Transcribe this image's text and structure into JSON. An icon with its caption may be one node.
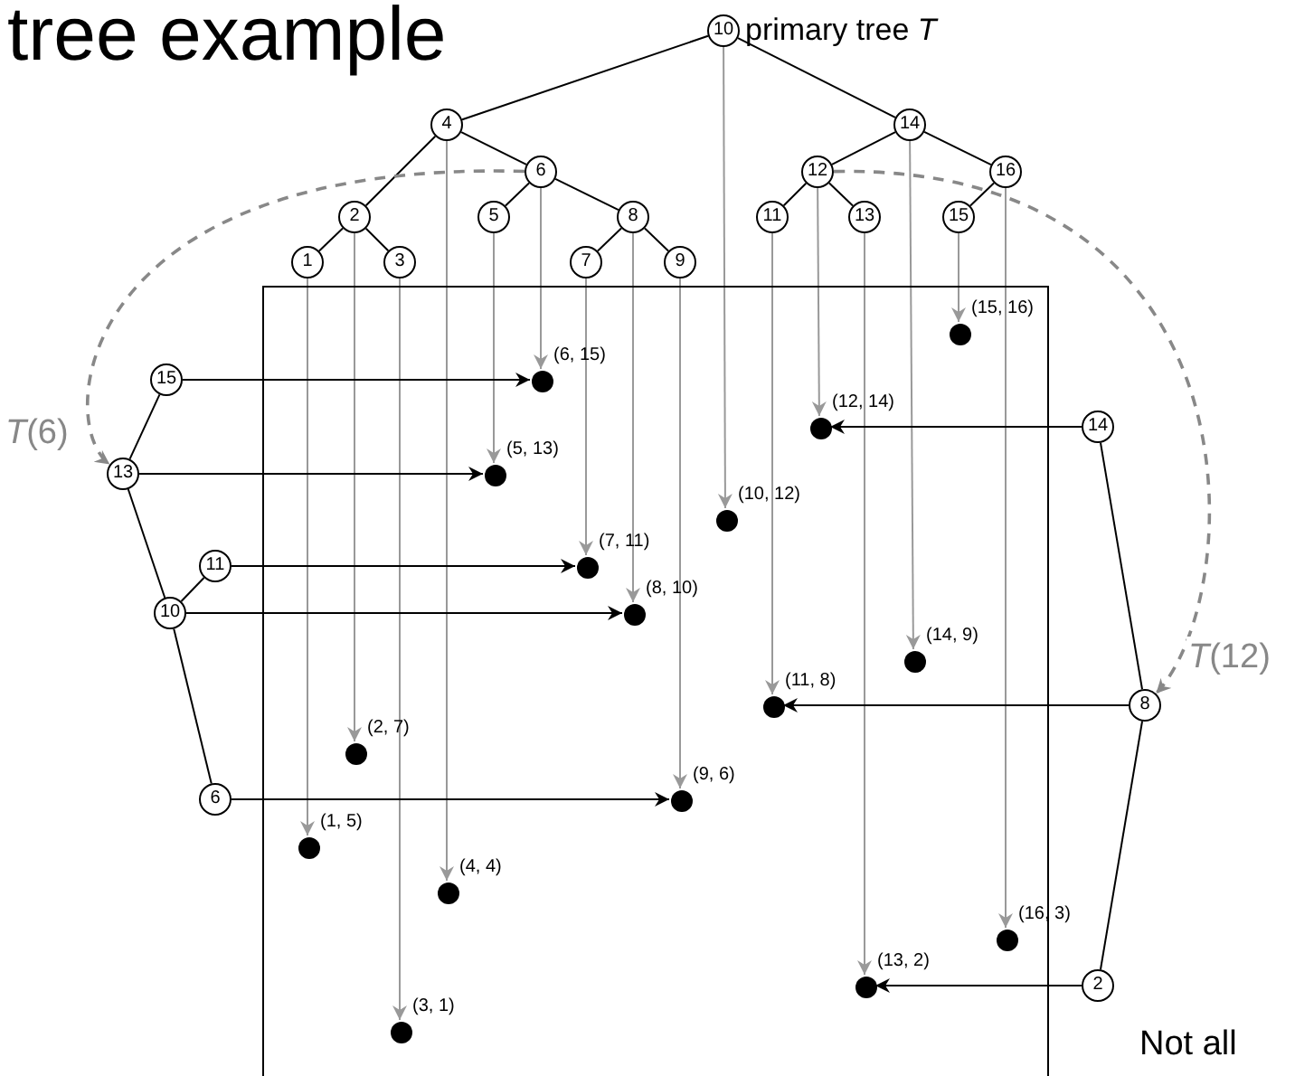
{
  "diagram": {
    "title": "tree example",
    "nodes": [
      {
        "text": [
          "10"
        ],
        "beside": [
          "primary tree *T*"
        ]
      },
      {
        "text": [
          "4"
        ]
      },
      {
        "text": [
          "14"
        ]
      },
      {
        "text": [
          "6"
        ]
      },
      {
        "text": [
          "12"
        ]
      },
      {
        "text": [
          "16"
        ]
      },
      {
        "text": [
          "2"
        ]
      },
      {
        "text": [
          "5"
        ]
      },
      {
        "text": [
          "8"
        ]
      },
      {
        "text": [
          "11"
        ]
      },
      {
        "text": [
          "13"
        ]
      },
      {
        "text": [
          "15"
        ]
      },
      {
        "text": [
          "1"
        ]
      },
      {
        "text": [
          "3"
        ]
      },
      {
        "text": [
          "7"
        ]
      },
      {
        "text": [
          "9"
        ]
      },
      {
        "text": [],
        "shape": "box"
      },
      {
        "text": [],
        "shape": "circle",
        "in": 16,
        "beside": [
          "(15, 16)"
        ]
      },
      {
        "text": [],
        "shape": "circle",
        "in": 16,
        "beside": [
          "(6, 15)"
        ]
      },
      {
        "text": [],
        "shape": "circle",
        "in": 16,
        "beside": [
          "(12, 14)"
        ]
      },
      {
        "text": [],
        "shape": "circle",
        "in": 16,
        "beside": [
          "(5, 13)"
        ]
      },
      {
        "text": [],
        "shape": "circle",
        "in": 16,
        "beside": [
          "(10, 12)"
        ]
      },
      {
        "text": [],
        "shape": "circle",
        "in": 16,
        "beside": [
          "(7, 11)"
        ]
      },
      {
        "text": [],
        "shape": "circle",
        "in": 16,
        "beside": [
          "(8, 10)"
        ]
      },
      {
        "text": [],
        "shape": "circle",
        "in": 16,
        "beside": [
          "(14, 9)"
        ]
      },
      {
        "text": [],
        "shape": "circle",
        "in": 16,
        "beside": [
          "(11, 8)"
        ]
      },
      {
        "text": [],
        "shape": "circle",
        "in": 16,
        "beside": [
          "(2, 7)"
        ]
      },
      {
        "text": [],
        "shape": "circle",
        "in": 16,
        "beside": [
          "(9, 6)"
        ]
      },
      {
        "text": [],
        "shape": "circle",
        "in": 16,
        "beside": [
          "(1, 5)"
        ]
      },
      {
        "text": [],
        "shape": "circle",
        "in": 16,
        "beside": [
          "(4, 4)"
        ]
      },
      {
        "text": [],
        "shape": "circle",
        "in": 16,
        "beside": [
          "(16, 3)"
        ]
      },
      {
        "text": [],
        "shape": "circle",
        "in": 16,
        "beside": [
          "(13, 2)"
        ]
      },
      {
        "text": [],
        "shape": "circle",
        "in": 16,
        "beside": [
          "(3, 1)"
        ]
      },
      {
        "text": [
          "15"
        ]
      },
      {
        "text": [
          "13"
        ]
      },
      {
        "text": [
          "11"
        ]
      },
      {
        "text": [
          "10"
        ]
      },
      {
        "text": [
          "6"
        ]
      },
      {
        "text": [
          "14"
        ]
      },
      {
        "text": [
          "8"
        ]
      },
      {
        "text": [
          "2"
        ]
      }
    ],
    "edges": [
      {
        "from": 0,
        "to": 1,
        "arrow": "none"
      },
      {
        "from": 0,
        "to": 2,
        "arrow": "none"
      },
      {
        "from": 1,
        "to": 6,
        "arrow": "none"
      },
      {
        "from": 1,
        "to": 3,
        "arrow": "none"
      },
      {
        "from": 6,
        "to": 12,
        "arrow": "none"
      },
      {
        "from": 6,
        "to": 13,
        "arrow": "none"
      },
      {
        "from": 3,
        "to": 7,
        "arrow": "none"
      },
      {
        "from": 3,
        "to": 8,
        "arrow": "none"
      },
      {
        "from": 8,
        "to": 14,
        "arrow": "none"
      },
      {
        "from": 8,
        "to": 15,
        "arrow": "none"
      },
      {
        "from": 2,
        "to": 4,
        "arrow": "none"
      },
      {
        "from": 2,
        "to": 5,
        "arrow": "none"
      },
      {
        "from": 4,
        "to": 9,
        "arrow": "none"
      },
      {
        "from": 4,
        "to": 10,
        "arrow": "none"
      },
      {
        "from": 5,
        "to": 11,
        "arrow": "none"
      },
      {
        "from": 0,
        "to": 21,
        "arrow": "to",
        "color": "#999999"
      },
      {
        "from": 1,
        "to": 29,
        "arrow": "to",
        "color": "#999999"
      },
      {
        "from": 2,
        "to": 24,
        "arrow": "to",
        "color": "#999999"
      },
      {
        "from": 3,
        "to": 18,
        "arrow": "to",
        "color": "#999999"
      },
      {
        "from": 4,
        "to": 19,
        "arrow": "to",
        "color": "#999999"
      },
      {
        "from": 5,
        "to": 30,
        "arrow": "to",
        "color": "#999999"
      },
      {
        "from": 6,
        "to": 26,
        "arrow": "to",
        "color": "#999999"
      },
      {
        "from": 7,
        "to": 20,
        "arrow": "to",
        "color": "#999999"
      },
      {
        "from": 8,
        "to": 23,
        "arrow": "to",
        "color": "#999999"
      },
      {
        "from": 9,
        "to": 25,
        "arrow": "to",
        "color": "#999999"
      },
      {
        "from": 10,
        "to": 31,
        "arrow": "to",
        "color": "#999999"
      },
      {
        "from": 11,
        "to": 17,
        "arrow": "to",
        "color": "#999999"
      },
      {
        "from": 12,
        "to": 28,
        "arrow": "to",
        "color": "#999999"
      },
      {
        "from": 13,
        "to": 32,
        "arrow": "to",
        "color": "#999999"
      },
      {
        "from": 14,
        "to": 22,
        "arrow": "to",
        "color": "#999999"
      },
      {
        "from": 15,
        "to": 27,
        "arrow": "to",
        "color": "#999999"
      },
      {
        "from": 34,
        "to": 33,
        "arrow": "none"
      },
      {
        "from": 34,
        "to": 36,
        "arrow": "none"
      },
      {
        "from": 36,
        "to": 35,
        "arrow": "none"
      },
      {
        "from": 36,
        "to": 37,
        "arrow": "none"
      },
      {
        "from": 38,
        "to": 39,
        "arrow": "none"
      },
      {
        "from": 39,
        "to": 40,
        "arrow": "none"
      },
      {
        "from": 33,
        "to": 18,
        "arrow": "to"
      },
      {
        "from": 34,
        "to": 20,
        "arrow": "to"
      },
      {
        "from": 35,
        "to": 22,
        "arrow": "to"
      },
      {
        "from": 36,
        "to": 23,
        "arrow": "to"
      },
      {
        "from": 37,
        "to": 27,
        "arrow": "to"
      },
      {
        "from": 38,
        "to": 19,
        "arrow": "to"
      },
      {
        "from": 39,
        "to": 25,
        "arrow": "to"
      },
      {
        "from": 40,
        "to": 31,
        "arrow": "to"
      },
      {
        "from": 3,
        "to": 34,
        "arrow": "to",
        "style": "dashed",
        "color": "#888888",
        "label": "*T*(6)"
      },
      {
        "from": 4,
        "to": 39,
        "arrow": "to",
        "style": "dashed",
        "color": "#888888",
        "label": "*T*(12)"
      }
    ],
    "labels": [
      "Not all"
    ]
  }
}
